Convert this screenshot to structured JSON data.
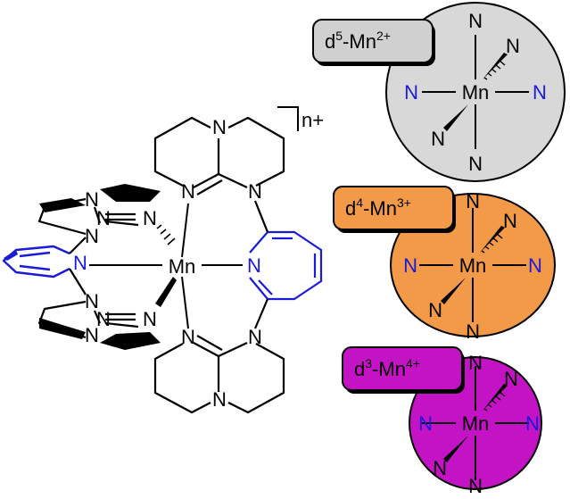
{
  "colors": {
    "bond": "#000000",
    "pyridine_accent": "#1a1adb",
    "ball_mn2": "#d8d8d8",
    "label_mn2": "#d0d0d0",
    "ball_mn3": "#f29a48",
    "label_mn3": "#f29a48",
    "ball_mn4": "#c413c4",
    "label_mn4": "#c413c4"
  },
  "complex": {
    "charge_label": "n+",
    "metal": "Mn",
    "n_atom": "N"
  },
  "states": [
    {
      "d_prefix": "d",
      "d_count": "5",
      "ion_prefix": "-Mn",
      "ion_charge": "2+",
      "metal": "Mn",
      "n_atom": "N"
    },
    {
      "d_prefix": "d",
      "d_count": "4",
      "ion_prefix": "-Mn",
      "ion_charge": "3+",
      "metal": "Mn",
      "n_atom": "N"
    },
    {
      "d_prefix": "d",
      "d_count": "3",
      "ion_prefix": "-Mn",
      "ion_charge": "4+",
      "metal": "Mn",
      "n_atom": "N"
    }
  ]
}
